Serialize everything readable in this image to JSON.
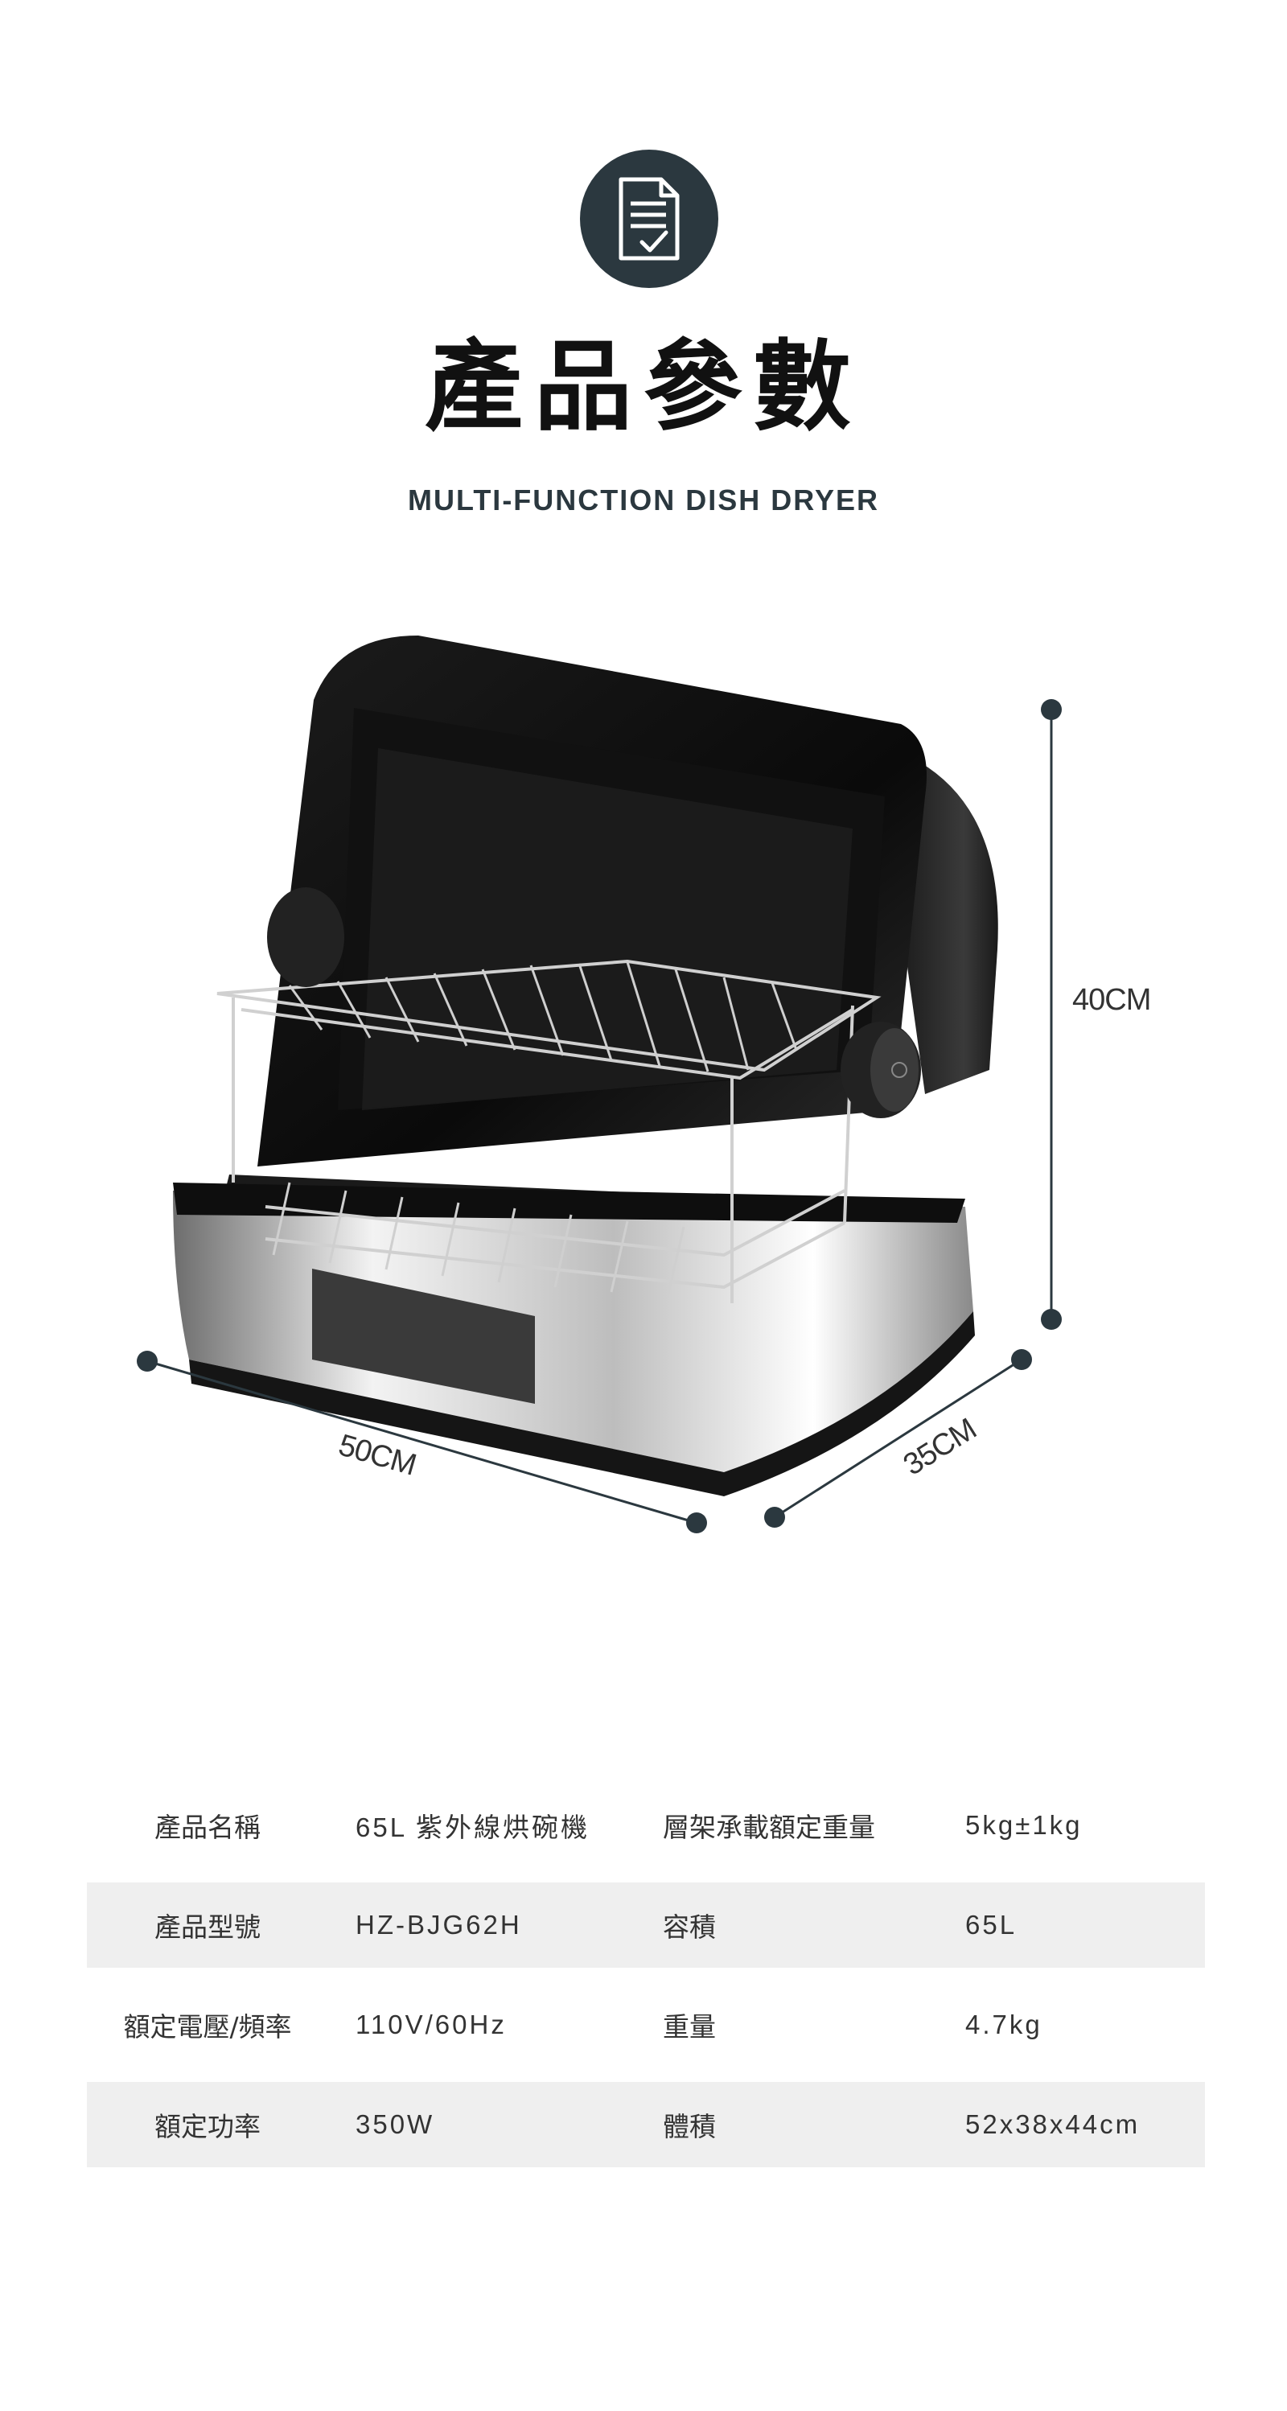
{
  "header": {
    "icon": "document-check-icon",
    "title": "產品參數",
    "subtitle": "MULTI-FUNCTION DISH DRYER"
  },
  "dimensions": {
    "height": "40CM",
    "width": "50CM",
    "depth": "35CM"
  },
  "specs": [
    {
      "label": "產品名稱",
      "value": "65L 紫外線烘碗機",
      "label2": "層架承載額定重量",
      "value2": "5kg±1kg"
    },
    {
      "label": "產品型號",
      "value": "HZ-BJG62H",
      "label2": "容積",
      "value2": "65L"
    },
    {
      "label": "額定電壓/頻率",
      "value": "110V/60Hz",
      "label2": "重量",
      "value2": "4.7kg"
    },
    {
      "label": "額定功率",
      "value": "350W",
      "label2": "體積",
      "value2": "52x38x44cm"
    }
  ],
  "colors": {
    "badge": "#2b383f",
    "row_shade": "#efefef",
    "dimension_line": "#2b383f"
  }
}
